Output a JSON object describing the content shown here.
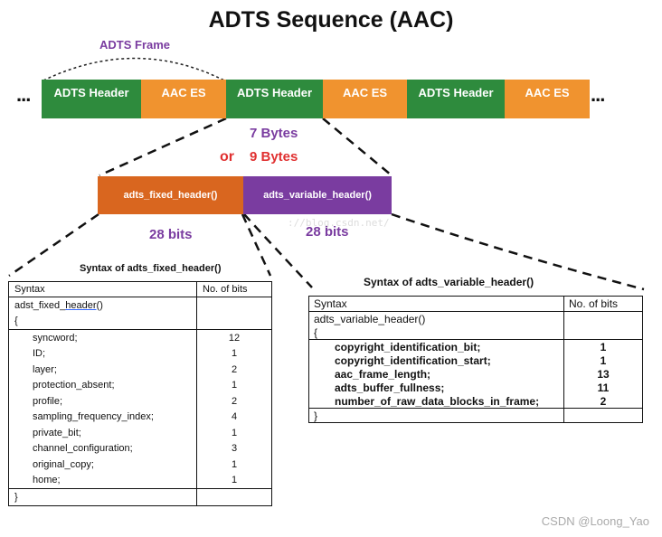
{
  "title": "ADTS Sequence (AAC)",
  "frame_label": "ADTS Frame",
  "ellipsis": "...",
  "sequence": [
    {
      "label": "ADTS Header",
      "color": "#2e8b3d"
    },
    {
      "label": "AAC ES",
      "color": "#f0932f"
    },
    {
      "label": "ADTS Header",
      "color": "#2e8b3d"
    },
    {
      "label": "AAC ES",
      "color": "#f0932f"
    },
    {
      "label": "ADTS Header",
      "color": "#2e8b3d"
    },
    {
      "label": "AAC ES",
      "color": "#f0932f"
    }
  ],
  "size_label_1": "7 Bytes",
  "size_or": "or",
  "size_label_2": "9 Bytes",
  "header_parts": {
    "fixed": {
      "label": "adts_fixed_header()",
      "bits": "28 bits",
      "color": "#d9661f"
    },
    "variable": {
      "label": "adts_variable_header()",
      "bits": "28 bits",
      "color": "#7a3ca0"
    }
  },
  "watermark": "://blog.csdn.net/",
  "fixed_table": {
    "caption": "Syntax of adts_fixed_header()",
    "col_syntax": "Syntax",
    "col_bits": "No. of bits",
    "func_prefix": "adst_fixed_",
    "func_link": "header",
    "func_suffix": "()",
    "open_brace": "{",
    "close_brace": "}",
    "rows": [
      {
        "name": "syncword;",
        "bits": "12"
      },
      {
        "name": "ID;",
        "bits": "1"
      },
      {
        "name": "layer;",
        "bits": "2"
      },
      {
        "name": "protection_absent;",
        "bits": "1"
      },
      {
        "name": "profile;",
        "bits": "2"
      },
      {
        "name": "sampling_frequency_index;",
        "bits": "4"
      },
      {
        "name": "private_bit;",
        "bits": "1"
      },
      {
        "name": "channel_configuration;",
        "bits": "3"
      },
      {
        "name": "original_copy;",
        "bits": "1"
      },
      {
        "name": "home;",
        "bits": "1"
      }
    ]
  },
  "variable_table": {
    "caption": "Syntax of adts_variable_header()",
    "col_syntax": "Syntax",
    "col_bits": "No. of bits",
    "func": "adts_variable_header()",
    "open_brace": "{",
    "close_brace": "}",
    "rows": [
      {
        "name": "copyright_identification_bit;",
        "bits": "1"
      },
      {
        "name": "copyright_identification_start;",
        "bits": "1"
      },
      {
        "name": "aac_frame_length;",
        "bits": "13"
      },
      {
        "name": "adts_buffer_fullness;",
        "bits": "11"
      },
      {
        "name": "number_of_raw_data_blocks_in_frame;",
        "bits": "2"
      }
    ]
  },
  "credit": "CSDN @Loong_Yao"
}
